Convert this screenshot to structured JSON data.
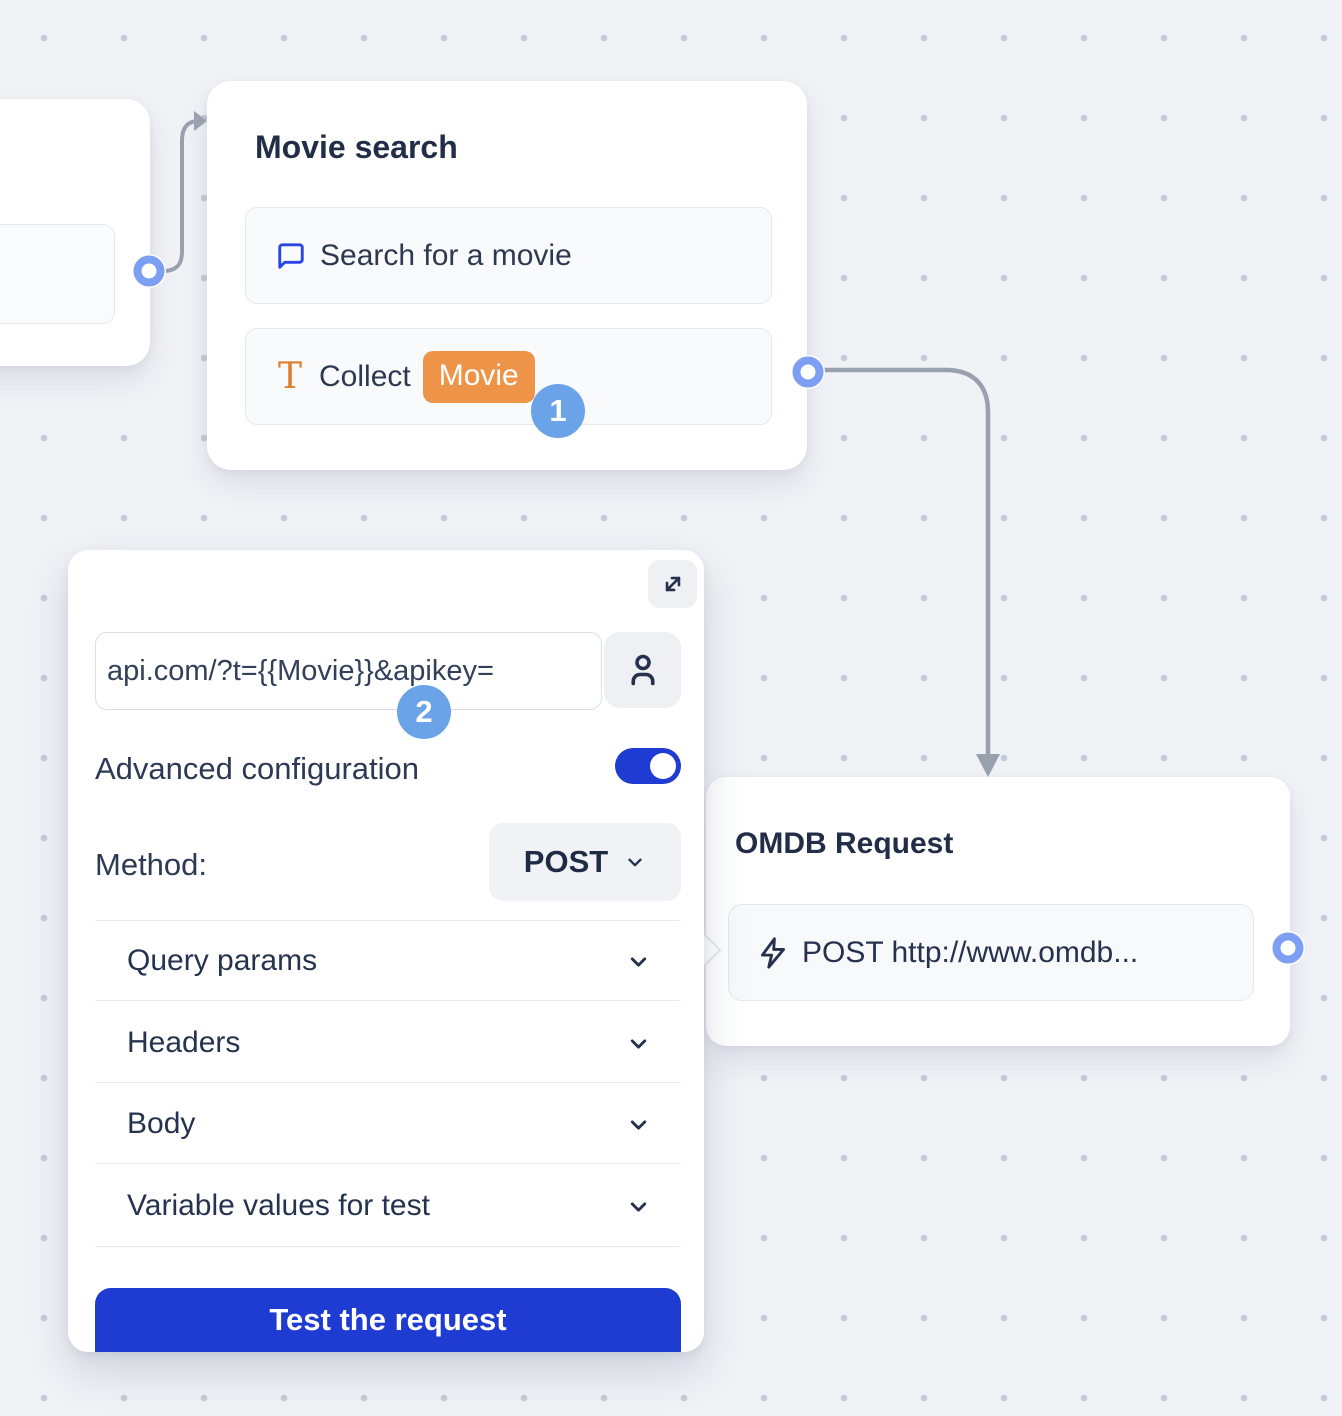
{
  "canvas": {
    "background": "#f0f2f6",
    "dot_color": "#c5ccd9",
    "connector_color": "#9aa1ae",
    "port_color": "#7d9ff3"
  },
  "nodes": {
    "movie_search": {
      "title": "Movie search",
      "items": [
        {
          "icon": "chat-bubble-icon",
          "label": "Search for a movie"
        },
        {
          "icon": "text-input-icon",
          "label": "Collect",
          "variable": "Movie"
        }
      ],
      "step_badge": "1"
    },
    "omdb_request": {
      "title": "OMDB Request",
      "item": {
        "icon": "lightning-icon",
        "label": "POST http://www.omdb..."
      }
    }
  },
  "panel": {
    "expand_icon": "expand-icon",
    "url_value": "api.com/?t={{Movie}}&apikey=",
    "user_icon": "person-icon",
    "step_badge": "2",
    "advanced_config_label": "Advanced configuration",
    "advanced_config_on": true,
    "method_label": "Method:",
    "method_value": "POST",
    "sections": [
      {
        "label": "Query params"
      },
      {
        "label": "Headers"
      },
      {
        "label": "Body"
      },
      {
        "label": "Variable values for test"
      }
    ],
    "test_button_label": "Test the request"
  },
  "colors": {
    "primary_blue": "#1e3cd1",
    "badge_blue": "#6ba3e8",
    "variable_orange": "#ee9449",
    "icon_blue": "#2946e4",
    "icon_orange": "#dd7f2e",
    "text_dark": "#222e47"
  }
}
